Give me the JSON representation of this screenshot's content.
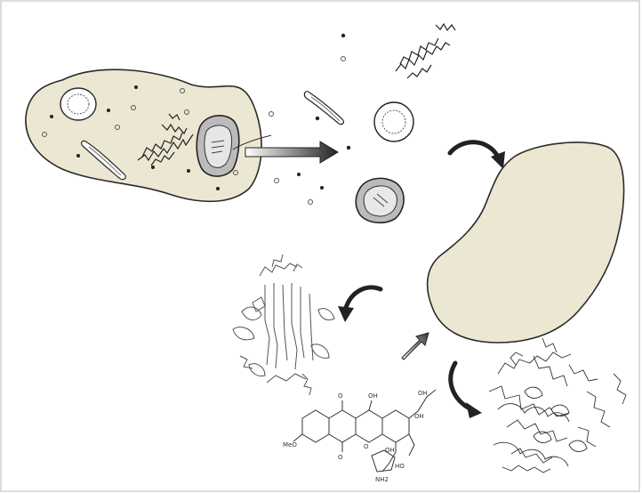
{
  "colors": {
    "cell_fill": "#ece7d2",
    "outline": "#2a2a2a",
    "arrow": "#222222",
    "frame": "#cccccc"
  },
  "figure": {
    "source_cell_icon": "bacterial-cell-icon",
    "target_cell_icon": "cell-outline-icon",
    "released_components": [
      "dots",
      "mitochondrion",
      "dna-strand",
      "membrane-fragment",
      "nucleus"
    ],
    "products": [
      "protein-structure-icon",
      "small-molecule-icon",
      "enzyme-structure-icon"
    ]
  },
  "chemistry": {
    "label_oh_1": "OH",
    "label_oh_2": "OH",
    "label_oh_3": "OH",
    "label_o_1": "O",
    "label_o_2": "O",
    "label_meo": "MeO",
    "label_o_3": "O",
    "label_oh_side": "OH",
    "label_nh2": "NH2",
    "label_ho": "HO"
  }
}
